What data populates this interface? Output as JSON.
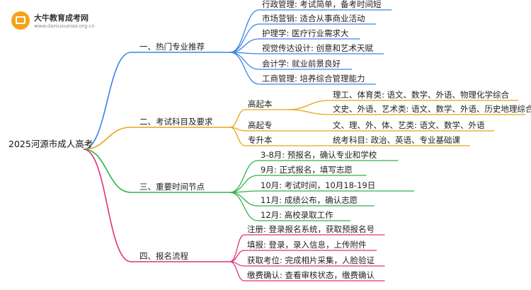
{
  "logo": {
    "title": "大牛教育成考网",
    "url": "www.daniuxueiao.org.cn"
  },
  "root": {
    "label": "2025河源市成人高考"
  },
  "branches": [
    {
      "id": "b1",
      "color": "#3b82e8",
      "label": "一、热门专业推荐",
      "children": [
        {
          "label": "行政管理: 考试简单，备考时间短"
        },
        {
          "label": "市场营销: 适合从事商业活动"
        },
        {
          "label": "护理学: 医疗行业需求大"
        },
        {
          "label": "视觉传达设计: 创意和艺术天赋"
        },
        {
          "label": "会计学: 就业前景良好"
        },
        {
          "label": "工商管理: 培养综合管理能力"
        }
      ]
    },
    {
      "id": "b2",
      "color": "#e8a317",
      "label": "二、考试科目及要求",
      "children": [
        {
          "label": "高起本",
          "children": [
            {
              "label": "理工、体育类: 语文、数学、外语、物理化学综合"
            },
            {
              "label": "文史、外语、艺术类: 语文、数学、外语、历史地理综合"
            }
          ]
        },
        {
          "label": "高起专",
          "children": [
            {
              "label": "文、理、外、体、艺类: 语文、数学、外语"
            }
          ]
        },
        {
          "label": "专升本",
          "children": [
            {
              "label": "统考科目: 政治、英语、专业基础课"
            }
          ]
        }
      ]
    },
    {
      "id": "b3",
      "color": "#2fb24a",
      "label": "三、重要时间节点",
      "children": [
        {
          "label": "3-8月: 预报名，确认专业和学校"
        },
        {
          "label": "9月: 正式报名，填写志愿"
        },
        {
          "label": "10月: 考试时间，10月18-19日"
        },
        {
          "label": "11月: 成绩公布，确认志愿"
        },
        {
          "label": "12月: 高校录取工作"
        }
      ]
    },
    {
      "id": "b4",
      "color": "#e0317a",
      "label": "四、报名流程",
      "children": [
        {
          "label": "注册: 登录报名系统，获取预报名号"
        },
        {
          "label": "填报: 登录，录入信息，上传附件"
        },
        {
          "label": "获取考位: 完成相片采集，人脸验证"
        },
        {
          "label": "缴费确认: 查看审核状态，缴费确认"
        }
      ]
    }
  ]
}
